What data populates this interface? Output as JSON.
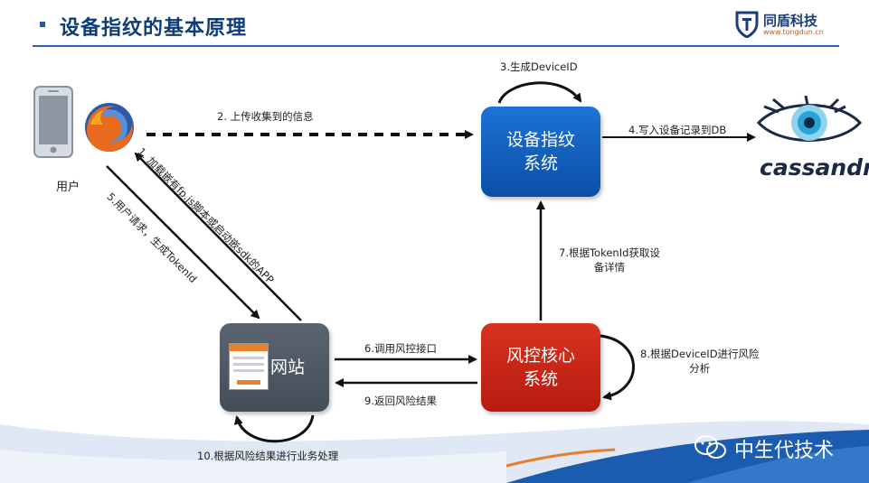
{
  "header": {
    "title": "设备指纹的基本原理",
    "logo_name": "同盾科技",
    "logo_url": "www.tongdun.cn"
  },
  "nodes": {
    "user": "用户",
    "fingerprint_system": "设备指纹\n系统",
    "risk_core": "风控核心\n系统",
    "website": "网站",
    "cassandra": "cassandra"
  },
  "edges": {
    "e1": "1. 加载嵌有fp.js脚本或启动嵌sdk的APP",
    "e2": "2. 上传收集到的信息",
    "e3": "3.生成DeviceID",
    "e4": "4.写入设备记录到DB",
    "e5": "5.用户请求，生成TokenId",
    "e6": "6.调用风控接口",
    "e7": "7.根据TokenId获取设\n备详情",
    "e8": "8.根据DeviceID进行风险\n分析",
    "e9": "9.返回风险结果",
    "e10": "10.根据风险结果进行业务处理"
  },
  "watermark": "中生代技术",
  "colors": {
    "title": "#0d3c7a",
    "blue_box": "#1565c8",
    "red_box": "#c9261a",
    "gray_box": "#4f5863",
    "footer_band": "#1b5bb0",
    "footer_accent": "#e87f2a"
  }
}
